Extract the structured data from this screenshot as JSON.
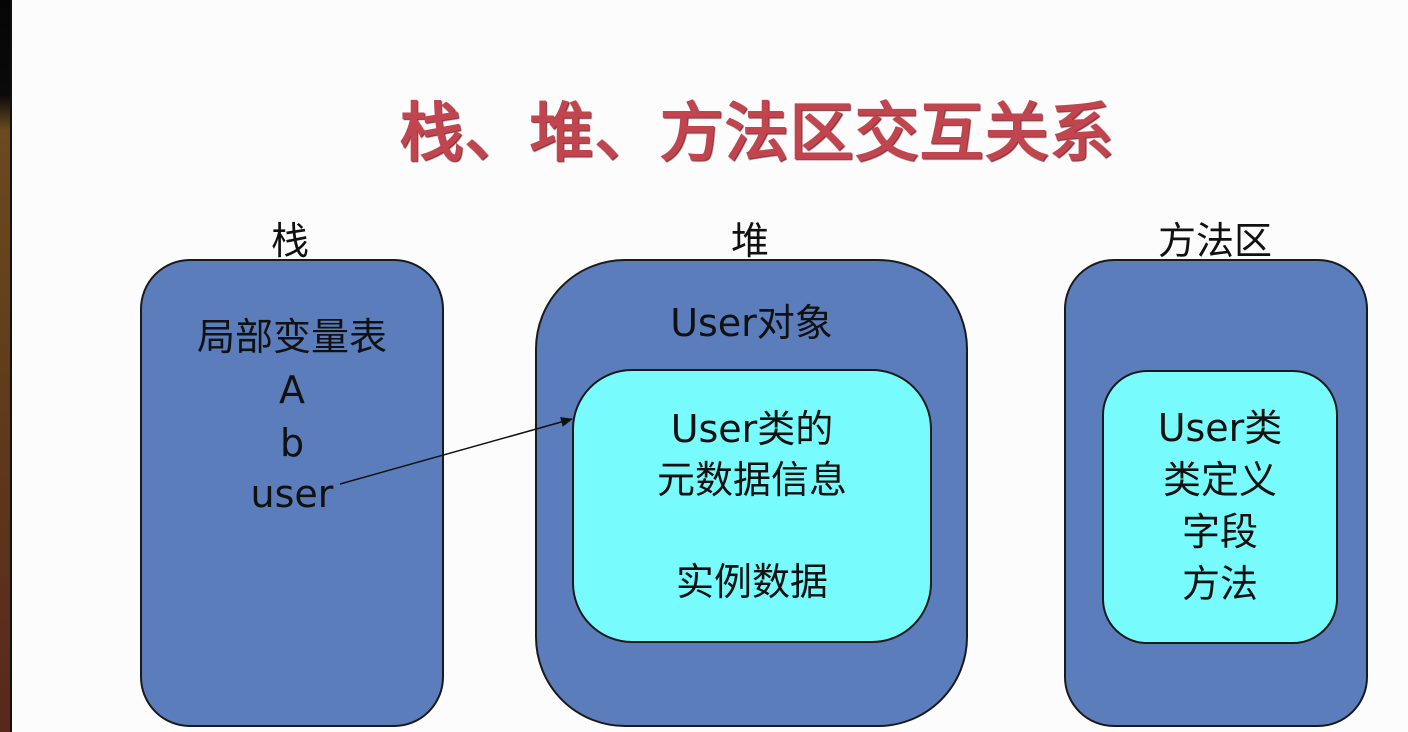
{
  "title": "栈、堆、方法区交互关系",
  "colors": {
    "title": "#c0454f",
    "outer_box": "#5b7dbb",
    "inner_box": "#78fbfc"
  },
  "columns": {
    "stack": {
      "label": "栈",
      "lines": [
        "局部变量表",
        "A",
        "b",
        "user"
      ]
    },
    "heap": {
      "label": "堆",
      "header": "User对象",
      "inner_lines": [
        "User类的",
        "元数据信息"
      ],
      "inner_footer": "实例数据"
    },
    "method_area": {
      "label": "方法区",
      "inner_lines": [
        "User类",
        "类定义",
        "字段",
        "方法"
      ]
    }
  },
  "arrow": {
    "from": "user",
    "to": "User类的元数据信息"
  }
}
